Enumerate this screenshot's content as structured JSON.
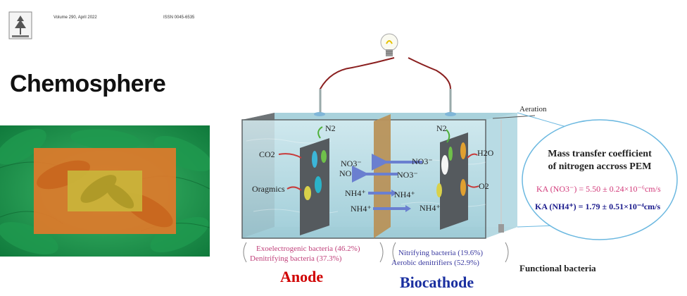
{
  "cover": {
    "header_left": "Volume 290, April 2022",
    "header_right": "ISSN 0045-6535",
    "title": "Chemosphere"
  },
  "diagram": {
    "aeration": "Aeration",
    "anode_left": {
      "co2": "CO2",
      "organics": "Oragmics",
      "n2": "N2"
    },
    "middle": {
      "no3_top_a": "NO3⁻",
      "no3_top_b": "NO3⁻",
      "no3_mid_right": "NO3⁻",
      "no3_mid_center": "NO3⁻",
      "nh4_a": "NH4⁺",
      "nh4_b": "NH4⁺",
      "nh4_c": "NH4⁺",
      "nh4_d": "NH4⁺"
    },
    "cathode_right": {
      "n2": "N2",
      "h2o": "H2O",
      "o2": "O2"
    },
    "mass_transfer": {
      "title_line1": "Mass transfer coefficient",
      "title_line2": "of nitrogen accross PEM",
      "ka_no3": "KA (NO3⁻) = 5.50 ± 0.24×10⁻⁶cm/s",
      "ka_nh4": "KA (NH4⁺) = 1.79 ± 0.51×10⁻⁴cm/s"
    },
    "bacteria": {
      "anode_1": "Exoelectrogenic bacteria (46.2%)",
      "anode_2": "Denitrifying bacteria (37.3%)",
      "cathode_1": "Nitrifying bacteria (19.6%)",
      "cathode_2": "Aerobic denitrifiers (52.9%)",
      "functional": "Functional bacteria"
    },
    "anode_label": "Anode",
    "biocathode_label": "Biocathode"
  },
  "colors": {
    "anode_red": "#d00000",
    "cathode_blue": "#1a2fa0",
    "ka_no3_pink": "#d23a7a",
    "ka_nh4_navy": "#1a1a8c",
    "bacteria_pink": "#c0407a",
    "bacteria_blue": "#3a3aa0",
    "water": "#bcdde6",
    "wire": "#8a1f1f",
    "pem": "#b8925a"
  }
}
